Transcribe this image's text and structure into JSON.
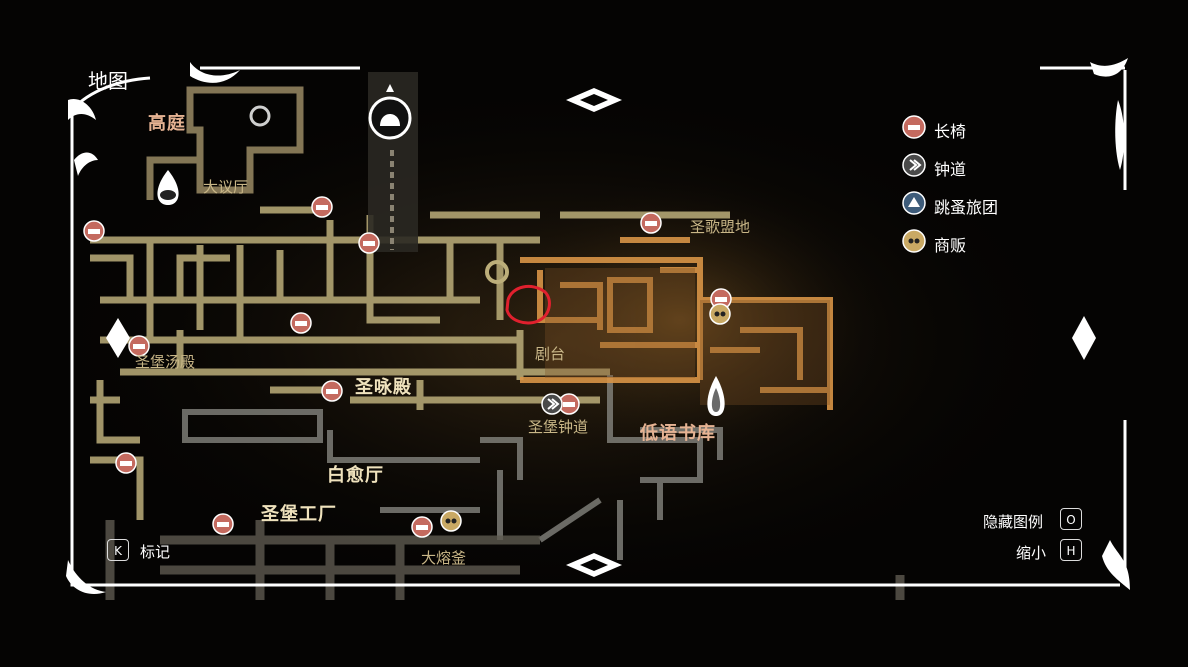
{
  "screen_title": "地图",
  "areas": {
    "gaoting": "高庭",
    "dayiting": "大议厅",
    "shenggemengdi": "圣歌盟地",
    "shengbaotangdian": "圣堡汤殿",
    "jutai": "剧台",
    "shengyongdian": "圣咏殿",
    "shengbaozhongdao": "圣堡钟道",
    "diyushuku": "低语书库",
    "baiyuting": "白愈厅",
    "shengbaogongchang": "圣堡工厂",
    "darongfu": "大熔釜"
  },
  "legend": [
    {
      "icon": "bench-icon",
      "label": "长椅"
    },
    {
      "icon": "bellway-icon",
      "label": "钟道"
    },
    {
      "icon": "flea-caravan-icon",
      "label": "跳蚤旅团"
    },
    {
      "icon": "vendor-icon",
      "label": "商贩"
    }
  ],
  "controls": {
    "mark_key": "K",
    "mark_label": "标记",
    "hide_legend_label": "隐藏图例",
    "hide_legend_key": "O",
    "zoom_out_label": "缩小",
    "zoom_out_key": "H"
  },
  "colors": {
    "explored_tan": "#bcae7a",
    "highlight_orange": "#e0a04e",
    "marker_red": "#e0202e",
    "frame_white": "#ffffff"
  }
}
